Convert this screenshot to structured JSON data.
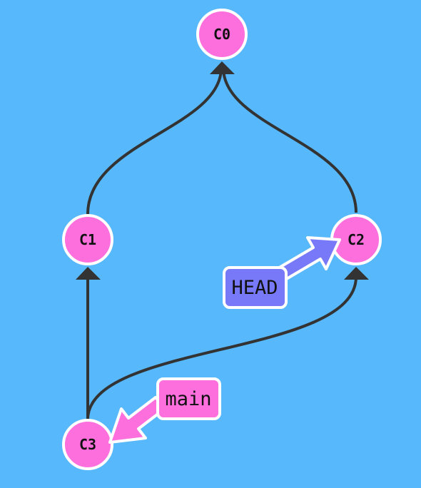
{
  "colors": {
    "background": "#57b8fb",
    "commit_fill": "#fd6fdc",
    "commit_stroke": "#ffffff",
    "edge": "#333333",
    "head_fill": "#7879f9",
    "main_fill": "#fd6fdc"
  },
  "commits": [
    {
      "id": "C0",
      "label": "C0"
    },
    {
      "id": "C1",
      "label": "C1"
    },
    {
      "id": "C2",
      "label": "C2"
    },
    {
      "id": "C3",
      "label": "C3"
    }
  ],
  "edges": [
    {
      "from": "C1",
      "to": "C0"
    },
    {
      "from": "C2",
      "to": "C0"
    },
    {
      "from": "C3",
      "to": "C1"
    },
    {
      "from": "C3",
      "to": "C2"
    }
  ],
  "refs": [
    {
      "id": "head",
      "label": "HEAD",
      "points_to": "C2"
    },
    {
      "id": "main",
      "label": "main",
      "points_to": "C3"
    }
  ]
}
